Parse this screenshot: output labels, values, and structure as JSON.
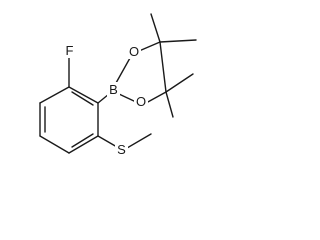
{
  "atoms": {
    "fluorine": "F",
    "boron": "B",
    "oxygen_upper": "O",
    "oxygen_lower": "O",
    "sulfur": "S"
  },
  "colors": {
    "bond": "#1a1a1a",
    "label": "#1a1a1a",
    "background": "#ffffff"
  }
}
